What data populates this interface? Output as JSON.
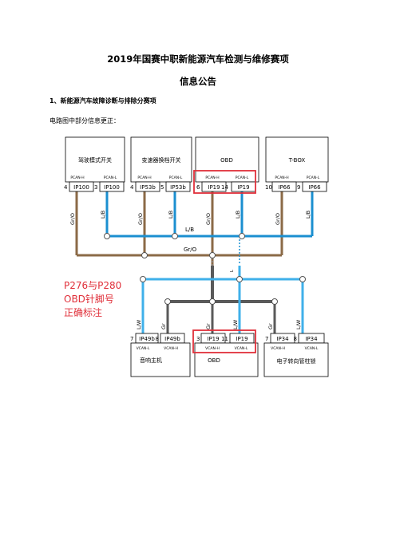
{
  "document": {
    "title": "2019年国赛中职新能源汽车检测与维修赛项",
    "subtitle": "信息公告",
    "section_heading": "1、新能源汽车故障诊断与排除分赛项",
    "note": "电路图中部分信息更正："
  },
  "diagram": {
    "top_modules": [
      {
        "name": "驾驶模式开关",
        "pcan_h_label": "PCAN-H",
        "pcan_l_label": "PCAN-L",
        "pin_h": "4",
        "conn_h": "IP100",
        "pin_l": "3",
        "conn_l": "IP100",
        "wire_h": "Gr/O",
        "wire_l": "L/B"
      },
      {
        "name": "变速器换档开关",
        "pcan_h_label": "PCAN-H",
        "pcan_l_label": "PCAN-L",
        "pin_h": "4",
        "conn_h": "IP53b",
        "pin_l": "5",
        "conn_l": "IP53b",
        "wire_h": "Gr/O",
        "wire_l": "L/B"
      },
      {
        "name": "OBD",
        "pcan_h_label": "PCAN-H",
        "pcan_l_label": "PCAN-L",
        "pin_h": "6",
        "conn_h": "IP19",
        "pin_l": "14",
        "conn_l": "IP19",
        "wire_h": "Gr/O",
        "wire_l": "L/B"
      },
      {
        "name": "T-BOX",
        "pcan_h_label": "PCAN-H",
        "pcan_l_label": "PCAN-L",
        "pin_h": "10",
        "conn_h": "IP66",
        "pin_l": "9",
        "conn_l": "IP66",
        "wire_h": "Gr/O",
        "wire_l": "L/B"
      }
    ],
    "bottom_modules": [
      {
        "name": "音响主机",
        "l_label": "VCAN-L",
        "h_label": "VCAN-H",
        "pin_l": "7",
        "conn_l": "IP49b",
        "pin_h": "8",
        "conn_h": "IP49b",
        "wire_l": "L/W",
        "wire_h": "Gr"
      },
      {
        "name": "OBD",
        "l_label": "VCAN-H",
        "h_label": "VCAN-L",
        "pin_l": "3",
        "conn_l": "IP19",
        "pin_h": "11",
        "conn_h": "IP19",
        "wire_l": "Gr",
        "wire_h": "L/W"
      },
      {
        "name": "电子转向管柱锁",
        "l_label": "VCAN-H",
        "h_label": "VCAN-L",
        "pin_l": "7",
        "conn_l": "IP34",
        "pin_h": "8",
        "conn_h": "IP34",
        "wire_l": "Gr",
        "wire_h": "L/W"
      }
    ],
    "bus_lb_label": "L/B",
    "bus_gro_label": "Gr/O",
    "bus_lw_label": "L",
    "annotation_lines": [
      "P276与P280",
      "OBD针脚号",
      "正确标注"
    ],
    "colors": {
      "pcan_l": "#1b8fd0",
      "pcan_h": "#8b6a47",
      "vcan_l": "#3fb0ea",
      "vcan_h": "#5a5a5a",
      "highlight": "#e0303a",
      "annotation": "#e0303a",
      "box_border": "#000000"
    }
  }
}
